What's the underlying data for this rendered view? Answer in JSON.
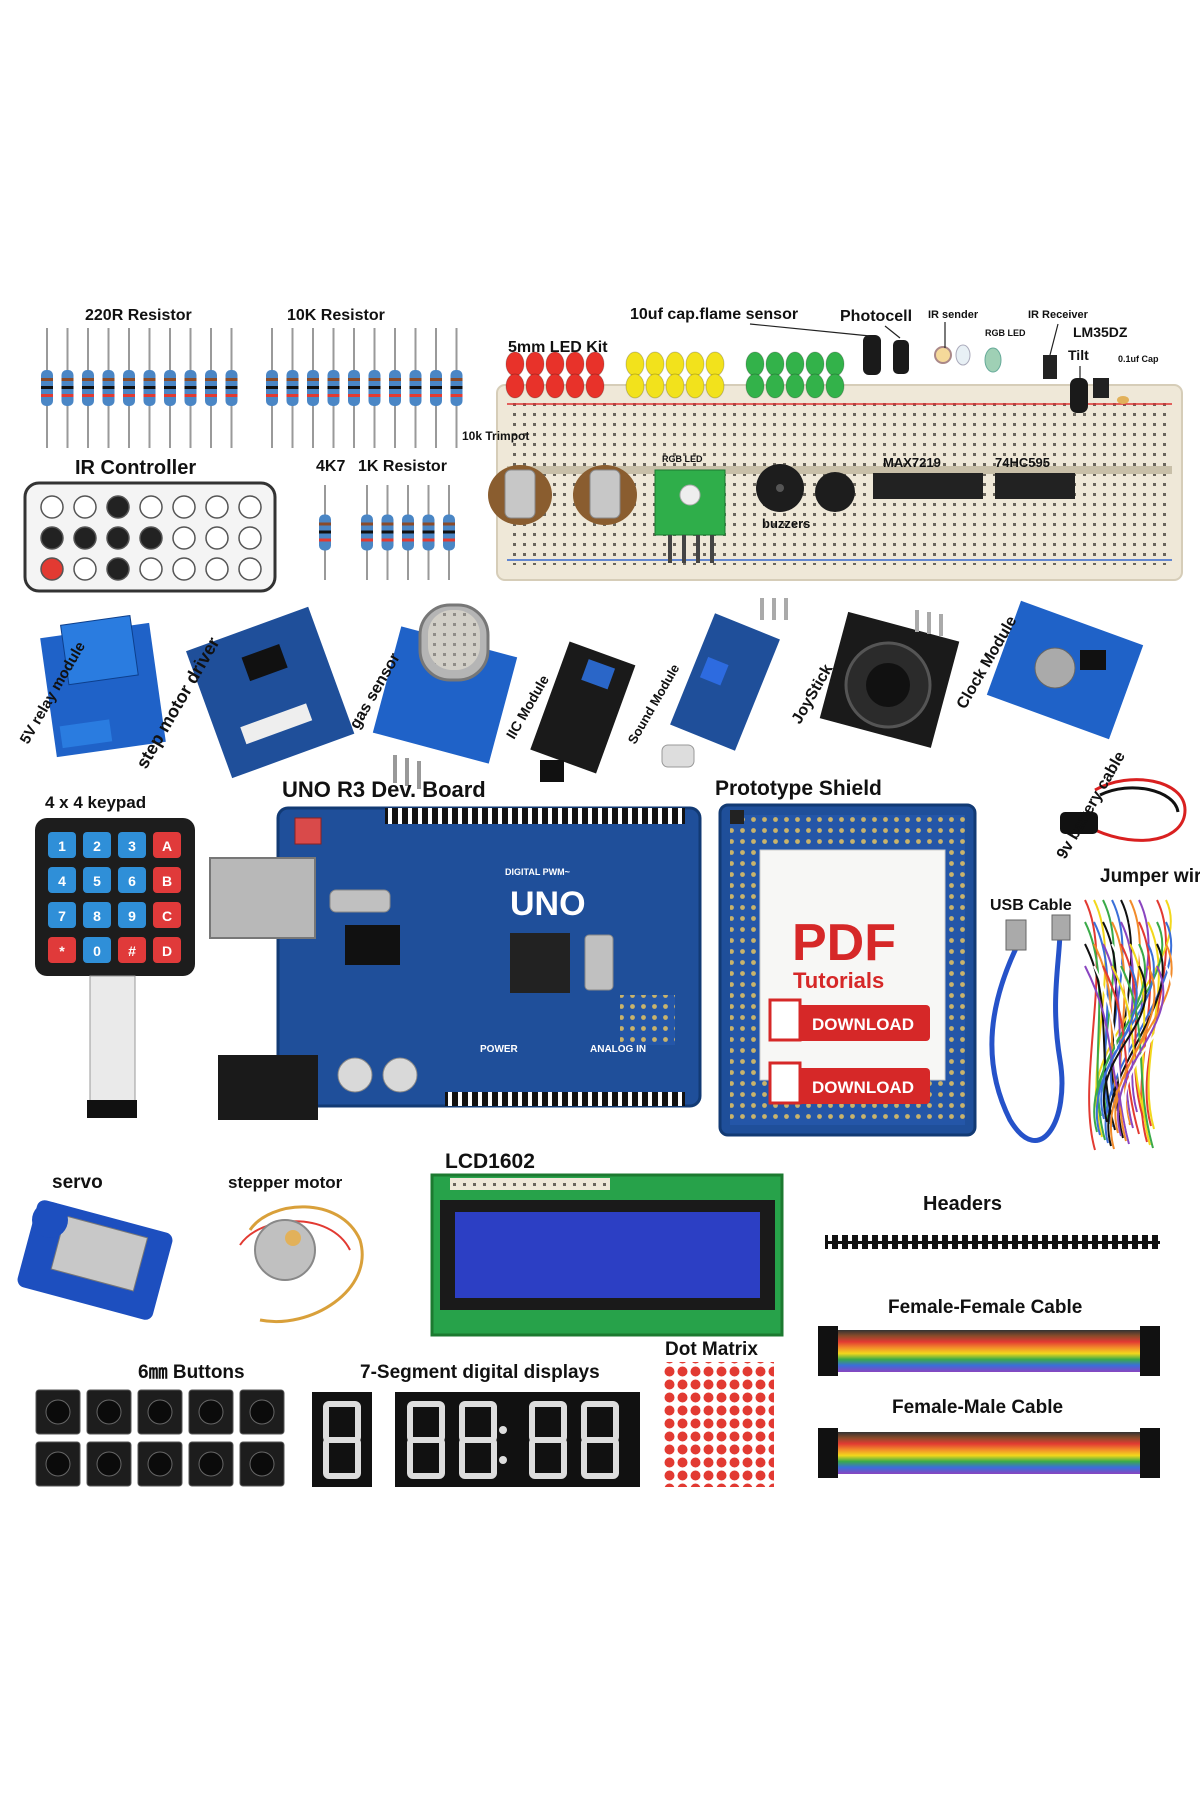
{
  "labels": {
    "resistor_220r": "220R Resistor",
    "resistor_10k": "10K Resistor",
    "led_kit": "5mm LED Kit",
    "cap_flame": "10uf cap.flame sensor",
    "photocell": "Photocell",
    "ir_sender": "IR sender",
    "ir_receiver": "IR Receiver",
    "rgb_led": "RGB LED",
    "lm35dz": "LM35DZ",
    "tilt": "Tilt",
    "cap_01uf": "0.1uf Cap",
    "trimpot": "10k Trimpot",
    "rgb_led_board": "RGB LED",
    "buzzers": "buzzers",
    "max7219": "MAX7219",
    "ic_74hc595": "74HC595",
    "ir_controller": "IR Controller",
    "resistor_4k7": "4K7",
    "resistor_1k": "1K Resistor",
    "relay_module": "5V relay module",
    "step_motor_driver": "step motor driver",
    "gas_sensor": "gas sensor",
    "iic_module": "IIC Module",
    "sound_module": "Sound Module",
    "joystick": "JoyStick",
    "clock_module": "Clock Module",
    "battery_cable": "9v battery cable",
    "keypad": "4 x 4 keypad",
    "uno_board": "UNO R3 Dev. Board",
    "prototype_shield": "Prototype Shield",
    "usb_cable": "USB Cable",
    "jumper_wires": "Jumper wires",
    "lcd1602": "LCD1602",
    "servo": "servo",
    "stepper_motor": "stepper motor",
    "headers": "Headers",
    "ff_cable": "Female-Female Cable",
    "fm_cable": "Female-Male Cable",
    "buttons": "6㎜ Buttons",
    "seven_segment": "7-Segment digital displays",
    "dot_matrix": "Dot Matrix"
  },
  "board_text": {
    "uno_logo": "UNO",
    "digital": "DIGITAL PWM~",
    "power": "POWER",
    "analog_in": "ANALOG IN"
  },
  "keypad_keys": [
    "1",
    "2",
    "3",
    "A",
    "4",
    "5",
    "6",
    "B",
    "7",
    "8",
    "9",
    "C",
    "*",
    "0",
    "#",
    "D"
  ],
  "watermark": {
    "title": "PDF",
    "subtitle": "Tutorials",
    "button_1": "DOWNLOAD",
    "button_2": "DOWNLOAD"
  },
  "colors": {
    "resistor_body": "#4a86c5",
    "pcb_blue": "#1f4f9a",
    "led_red": "#e8322a",
    "led_yellow": "#f2e21c",
    "led_green": "#33b24a",
    "breadboard": "#efe8d8",
    "watermark_red": "#d62828"
  }
}
